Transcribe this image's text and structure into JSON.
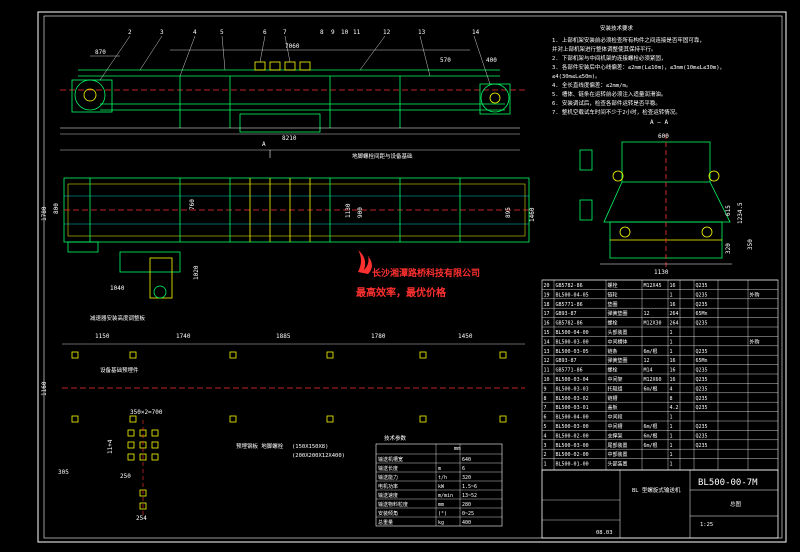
{
  "drawing": {
    "title_code": "BL500-00-7M",
    "title_name": "BL 型螺旋式输送机",
    "sheet_label": "总图",
    "scale": "1:25",
    "date": "08.03",
    "company_name": "长沙湘潭路桥科技有限公司",
    "slogan": "最高效率，最优价格",
    "section_label": "A — A",
    "view_label_a": "A",
    "callout_numbers": [
      "2",
      "3",
      "4",
      "5",
      "6",
      "7",
      "8",
      "9",
      "10",
      "11",
      "12",
      "13",
      "14"
    ],
    "top_dims": [
      "870",
      "7060",
      "570",
      "400"
    ],
    "overall_len": "8210",
    "bottom_dims": [
      "1150",
      "1740",
      "1885",
      "1780",
      "1450"
    ],
    "side_dims": [
      "1780",
      "800",
      "760",
      "1130",
      "900",
      "895",
      "1460",
      "1040",
      "1020"
    ],
    "misc_dims": [
      "350×2=700",
      "305",
      "250",
      "254",
      "1160",
      "11+4",
      "615",
      "1234.5",
      "350",
      "320",
      "600",
      "1130"
    ],
    "annotations": [
      "减速器安装高度调整板",
      "设备基础预埋件",
      "预埋钢板 地脚螺栓",
      "(150X150X8)",
      "(200X200X12X400)"
    ],
    "red_note": "地脚螺栓间距与设备基础"
  },
  "notes": {
    "title": "安装技术要求",
    "lines": [
      "1. 上部机架安装前必须检查所有构件之间连接是否牢固可靠，",
      "   并对上部机架进行整体调整使其保持平行。",
      "2. 下部机架与中间机架的连接螺栓必须紧固，",
      "3. 各部件安装后中心线偏差：≤2mm(L≤10m)，≤3mm(10m≤L≤30m)，",
      "   ≤4(30m≤L≤50m)。",
      "4. 全长直线度偏差：≤2mm/m。",
      "5. 槽体、链条在运转前必须注入适量润滑油。",
      "6. 安装调试后，检查各部件运转是否平稳。",
      "7. 整机空载试车时间不少于2小时，检查运转情况。"
    ]
  },
  "tech_params": {
    "title": "技术参数",
    "unit_header": "mm",
    "rows": [
      [
        "输送机槽宽",
        "",
        "640"
      ],
      [
        "输送长度",
        "m",
        "6"
      ],
      [
        "输送能力",
        "t/h",
        "320"
      ],
      [
        "电机功率",
        "kW",
        "1.5~6"
      ],
      [
        "输送速度",
        "m/min",
        "13~52"
      ],
      [
        "输送物料粒度",
        "mm",
        "280"
      ],
      [
        "安装倾角",
        "(°)",
        "0~25"
      ],
      [
        "总重量",
        "kg",
        "400"
      ]
    ]
  },
  "bom": {
    "rows": [
      [
        "20",
        "GB5782-86",
        "螺栓",
        "M12X45",
        "16",
        "",
        "Q235",
        "",
        ""
      ],
      [
        "19",
        "BL500-04-05",
        "链轮",
        "",
        "1",
        "",
        "Q235",
        "",
        "外购"
      ],
      [
        "18",
        "GB5771-86",
        "垫圈",
        "",
        "16",
        "",
        "Q235",
        "",
        ""
      ],
      [
        "17",
        "GB93-87",
        "弹簧垫圈",
        "12",
        "264",
        "",
        "65Mn",
        "",
        ""
      ],
      [
        "16",
        "GB5782-86",
        "螺栓",
        "M12X30",
        "264",
        "",
        "Q235",
        "",
        ""
      ],
      [
        "15",
        "BL500-04-00",
        "头部装置",
        "",
        "1",
        "",
        "",
        "",
        ""
      ],
      [
        "14",
        "BL500-03-00",
        "中间槽体",
        "",
        "1",
        "",
        "",
        "",
        "外购"
      ],
      [
        "13",
        "BL500-03-05",
        "链条",
        "6m/根",
        "1",
        "",
        "Q235",
        "",
        ""
      ],
      [
        "12",
        "GB93-87",
        "弹簧垫圈",
        "12",
        "16",
        "",
        "65Mn",
        "",
        ""
      ],
      [
        "11",
        "GB5771-86",
        "螺栓",
        "M14",
        "16",
        "",
        "Q235",
        "",
        ""
      ],
      [
        "10",
        "BL500-03-04",
        "中间架",
        "M12X60",
        "16",
        "",
        "Q235",
        "",
        ""
      ],
      [
        "9",
        "BL500-03-03",
        "托辊组",
        "6m/根",
        "4",
        "",
        "Q235",
        "",
        ""
      ],
      [
        "8",
        "BL500-03-02",
        "链槽",
        "",
        "8",
        "",
        "Q235",
        "",
        ""
      ],
      [
        "7",
        "BL500-03-01",
        "盖板",
        "",
        "4.2",
        "",
        "Q235",
        "",
        ""
      ],
      [
        "6",
        "BL500-04-00",
        "中间段",
        "",
        "1",
        "",
        "",
        "",
        ""
      ],
      [
        "5",
        "BL500-03-00",
        "中间槽",
        "6m/根",
        "1",
        "",
        "Q235",
        "",
        ""
      ],
      [
        "4",
        "BL500-02-00",
        "支撑架",
        "6m/根",
        "1",
        "",
        "Q235",
        "",
        ""
      ],
      [
        "3",
        "BL500-03-00",
        "尾部装置",
        "6m/根",
        "1",
        "",
        "Q235",
        "",
        ""
      ],
      [
        "2",
        "BL500-02-00",
        "中部装置",
        "",
        "1",
        "",
        "",
        "",
        ""
      ],
      [
        "1",
        "BL500-01-00",
        "头部装置",
        "",
        "1",
        "",
        "",
        "",
        ""
      ]
    ]
  }
}
